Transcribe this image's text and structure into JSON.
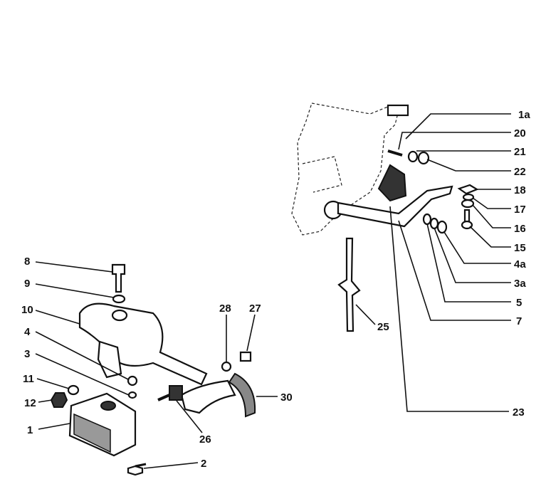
{
  "diagram": {
    "type": "exploded-parts-diagram",
    "labels_right": [
      "1a",
      "20",
      "21",
      "22",
      "18",
      "17",
      "16",
      "15",
      "4a",
      "3a",
      "5",
      "7",
      "23",
      "25"
    ],
    "labels_left": [
      "8",
      "9",
      "10",
      "4",
      "3",
      "11",
      "12",
      "1",
      "2",
      "26",
      "30",
      "28",
      "27"
    ]
  }
}
